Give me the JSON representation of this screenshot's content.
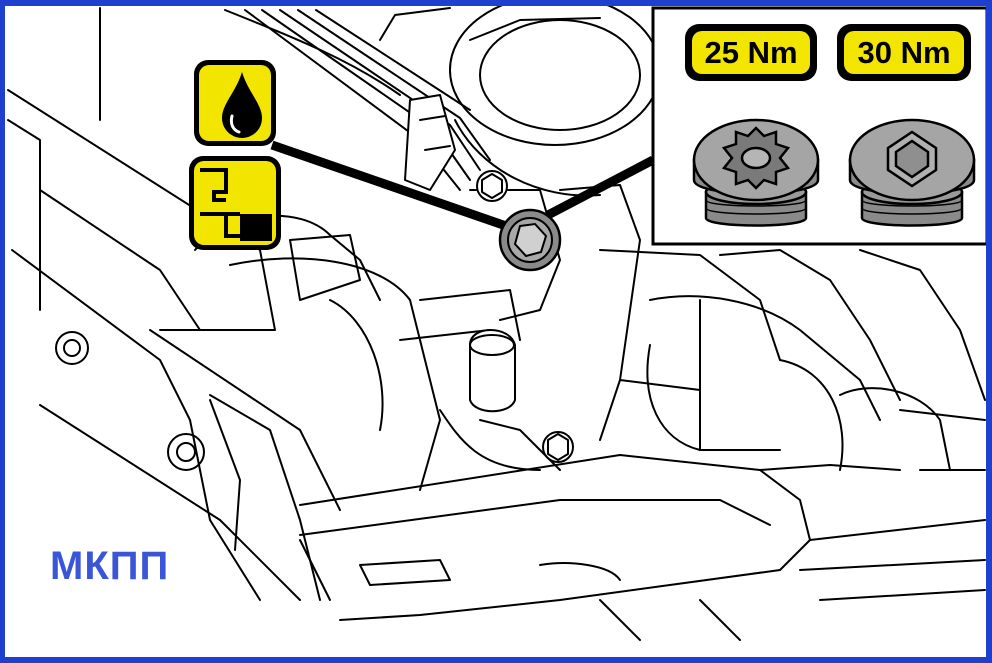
{
  "diagram": {
    "torque_labels": [
      "25 Nm",
      "30 Nm"
    ],
    "caption": "МКПП",
    "icons": [
      "oil-drop-icon",
      "oil-level-icon"
    ]
  },
  "colors": {
    "frame_blue": "#1f3fd0",
    "caption_blue": "#3a56d6",
    "badge_yellow": "#f2e600",
    "line_black": "#000000",
    "plug_gray": "#8a8a8a"
  }
}
